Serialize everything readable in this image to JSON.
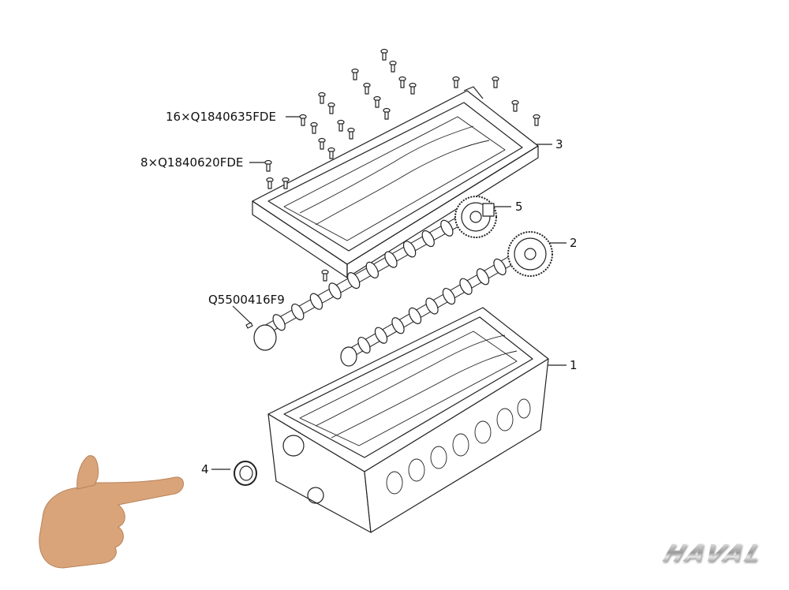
{
  "diagram": {
    "callouts": [
      {
        "id": "bolt-16",
        "text": "16×Q1840635FDE"
      },
      {
        "id": "bolt-8",
        "text": "8×Q1840620FDE"
      },
      {
        "id": "pin",
        "text": "Q5500416F9"
      },
      {
        "id": "part-1",
        "text": "1"
      },
      {
        "id": "part-2",
        "text": "2"
      },
      {
        "id": "part-3",
        "text": "3"
      },
      {
        "id": "part-4",
        "text": "4"
      },
      {
        "id": "part-5",
        "text": "5"
      }
    ],
    "logo": "HAVAL",
    "pointer_icon": "hand-pointing-right-icon",
    "colors": {
      "line": "#222222",
      "hand": "#d9a47a"
    }
  }
}
